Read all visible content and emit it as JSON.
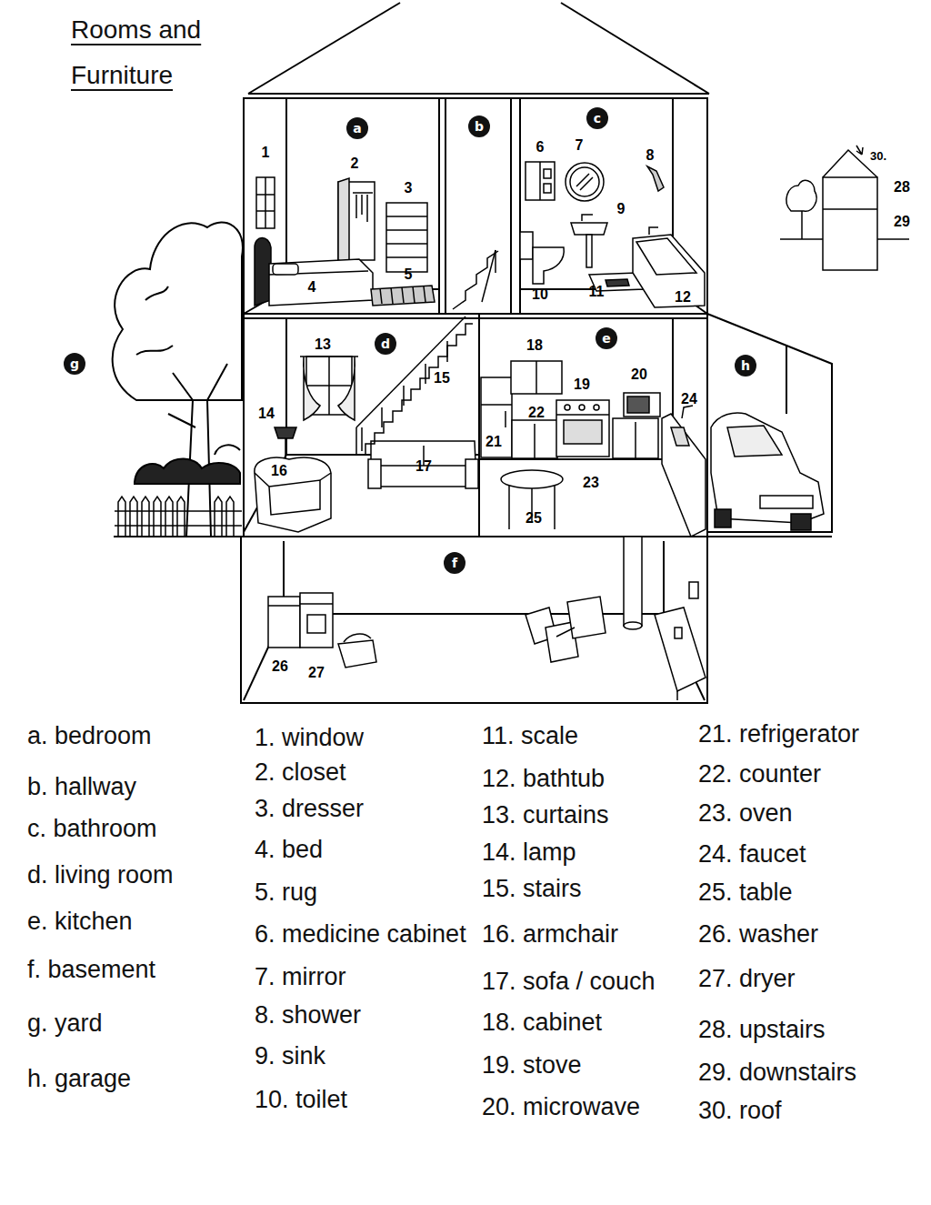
{
  "diagram": {
    "title": "Rooms and Furniture",
    "nodes": [
      {
        "text": [
          "a"
        ]
      },
      {
        "text": [
          "b"
        ]
      },
      {
        "text": [
          "c"
        ]
      },
      {
        "text": [
          "d"
        ]
      },
      {
        "text": [
          "e"
        ]
      },
      {
        "text": [
          "g"
        ]
      },
      {
        "text": [
          "h"
        ]
      },
      {
        "text": [
          "f"
        ]
      }
    ],
    "labels": [
      "1",
      "2",
      "3",
      "4",
      "5",
      "6",
      "7",
      "8",
      "9",
      "10",
      "11",
      "12",
      "13",
      "14",
      "15",
      "16",
      "17",
      "18",
      "19",
      "20",
      "21",
      "22",
      "23",
      "24",
      "25",
      "26",
      "27",
      "30.",
      "28",
      "29",
      "a. bedroom",
      "b. hallway",
      "c. bathroom",
      "d. living room",
      "e. kitchen",
      "f. basement",
      "g. yard",
      "h. garage",
      "1. window",
      "2. closet",
      "3. dresser",
      "4. bed",
      "5. rug",
      "6. medicine cabinet",
      "7. mirror",
      "8. shower",
      "9. sink",
      "10. toilet",
      "11. scale",
      "12. bathtub",
      "13. curtains",
      "14. lamp",
      "15. stairs",
      "16. armchair",
      "17. sofa / couch",
      "18. cabinet",
      "19. stove",
      "20. microwave",
      "21. refrigerator",
      "22. counter",
      "23. oven",
      "24. faucet",
      "25. table",
      "26. washer",
      "27. dryer",
      "28. upstairs",
      "29. downstairs",
      "30. roof"
    ]
  }
}
